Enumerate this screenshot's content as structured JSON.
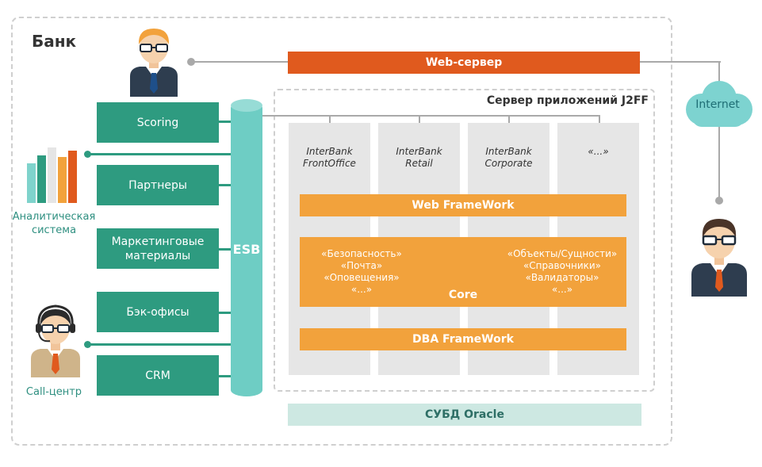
{
  "bank_title": "Банк",
  "app_server_title": "Сервер приложений J2FF",
  "web_server": "Web-сервер",
  "internet": "Internet",
  "esb": "ESB",
  "dbms": "СУБД Oracle",
  "left_boxes": [
    "Scoring",
    "Партнеры",
    "Маркетинговые материалы",
    "Бэк-офисы",
    "CRM"
  ],
  "analytics_label": "Аналитическая система",
  "call_center_label": "Call-центр",
  "columns": [
    {
      "line1": "InterBank",
      "line2": "FrontOffice"
    },
    {
      "line1": "InterBank",
      "line2": "Retail"
    },
    {
      "line1": "InterBank",
      "line2": "Corporate"
    },
    {
      "line1": "«...»",
      "line2": ""
    }
  ],
  "web_framework": "Web FrameWork",
  "core": {
    "title": "Core",
    "left_items": [
      "«Безопасность»",
      "«Почта»",
      "«Оповещения»",
      "«...»"
    ],
    "right_items": [
      "«Объекты/Сущности»",
      "«Справочники»",
      "«Валидаторы»",
      "«...»"
    ]
  },
  "dba_framework": "DBA FrameWork",
  "colors": {
    "teal": "#2e9b80",
    "esb": "#6ecdc4",
    "orange": "#f2a23c",
    "web_server": "#e05a1e",
    "dbms_bg": "#cde8e2",
    "internet": "#7dd3d0"
  }
}
